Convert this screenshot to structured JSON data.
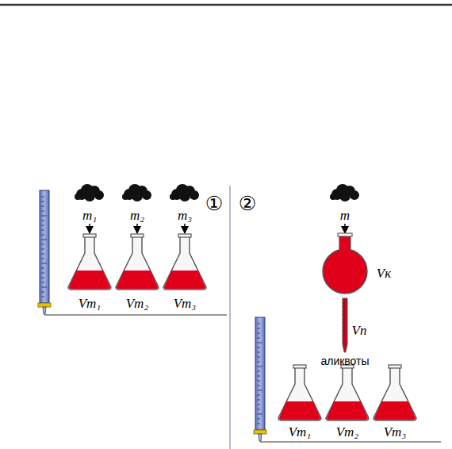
{
  "diagram": {
    "labels": [
      "①",
      "②",
      "m₁",
      "m₂",
      "m₃",
      "Vт₁",
      "Vт₂",
      "Vт₃",
      "m",
      "Vк",
      "Vп",
      "аликвоты",
      "Vт₁",
      "Vт₂",
      "Vт₃"
    ]
  }
}
